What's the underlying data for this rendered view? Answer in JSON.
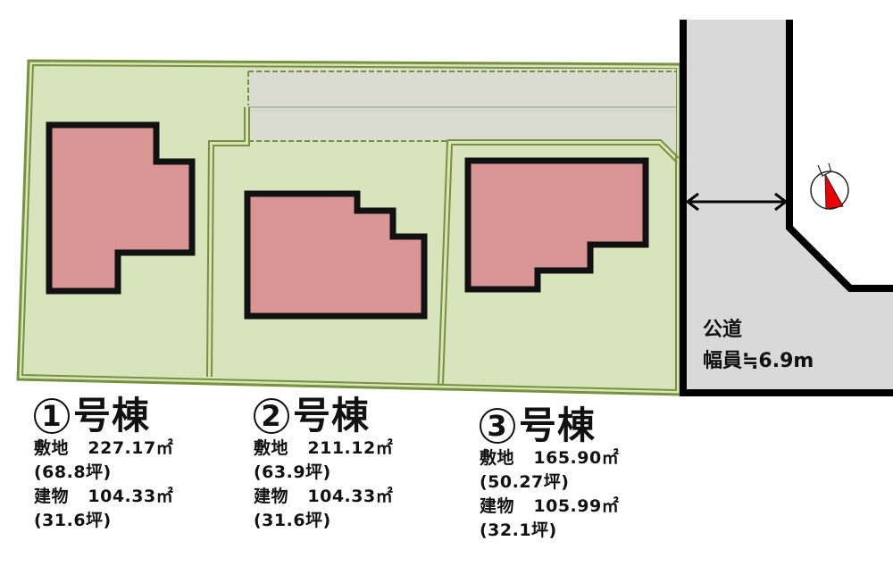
{
  "colors": {
    "lot_fill": "#d8e4bc",
    "lot_border": "#76923c",
    "shared_driveway_fill": "#dadcd2",
    "house_fill": "#d99694",
    "house_border": "#111111",
    "road_fill": "#d9d9d9",
    "road_border": "#000000",
    "compass_red": "#ee0000"
  },
  "lots": [
    {
      "number": "①",
      "title": "号棟",
      "land_label": "敷地",
      "land_area": "227.17㎡",
      "land_tsubo": "(68.8坪)",
      "building_label": "建物",
      "building_area": "104.33㎡",
      "building_tsubo": "(31.6坪)"
    },
    {
      "number": "②",
      "title": "号棟",
      "land_label": "敷地",
      "land_area": "211.12㎡",
      "land_tsubo": "(63.9坪)",
      "building_label": "建物",
      "building_area": "104.33㎡",
      "building_tsubo": "(31.6坪)"
    },
    {
      "number": "③",
      "title": "号棟",
      "land_label": "敷地",
      "land_area": "165.90㎡",
      "land_tsubo": "(50.27坪)",
      "building_label": "建物",
      "building_area": "105.99㎡",
      "building_tsubo": "(32.1坪)"
    }
  ],
  "road": {
    "label": "公道",
    "width_label": "幅員≒6.9m"
  },
  "compass": {
    "icon": "north-arrow-icon"
  }
}
